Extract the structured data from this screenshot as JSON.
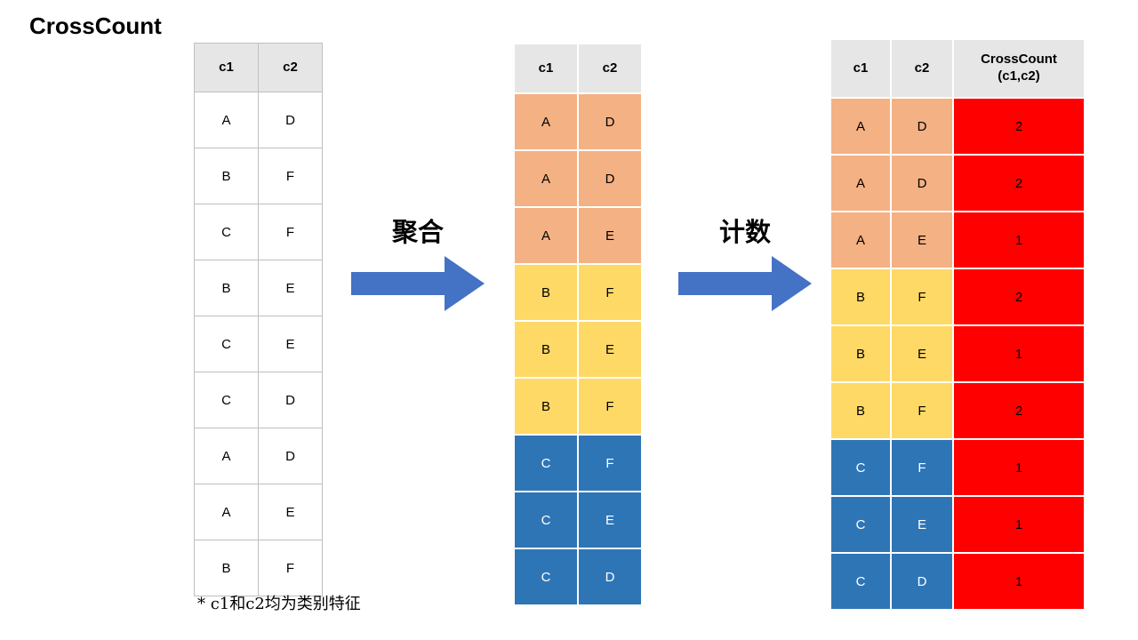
{
  "title": "CrossCount",
  "footnote": "* c1和c2均为类别特征",
  "arrow1": {
    "label": "聚合"
  },
  "arrow2": {
    "label": "计数"
  },
  "colors": {
    "group_orange": "#F4B183",
    "group_yellow": "#FFD966",
    "group_blue": "#2E75B6",
    "count_red": "#FF0000",
    "header_gray": "#E7E6E6",
    "arrow_blue": "#4472C4",
    "table_border": "#BFBFBF"
  },
  "source_table": {
    "headers": [
      "c1",
      "c2"
    ],
    "rows": [
      {
        "cells": [
          "A",
          "D"
        ]
      },
      {
        "cells": [
          "B",
          "F"
        ]
      },
      {
        "cells": [
          "C",
          "F"
        ]
      },
      {
        "cells": [
          "B",
          "E"
        ]
      },
      {
        "cells": [
          "C",
          "E"
        ]
      },
      {
        "cells": [
          "C",
          "D"
        ]
      },
      {
        "cells": [
          "A",
          "D"
        ]
      },
      {
        "cells": [
          "A",
          "E"
        ]
      },
      {
        "cells": [
          "B",
          "F"
        ]
      }
    ]
  },
  "aggregated_table": {
    "headers": [
      "c1",
      "c2"
    ],
    "rows": [
      {
        "cells": [
          "A",
          "D"
        ],
        "group": "orange"
      },
      {
        "cells": [
          "A",
          "D"
        ],
        "group": "orange"
      },
      {
        "cells": [
          "A",
          "E"
        ],
        "group": "orange"
      },
      {
        "cells": [
          "B",
          "F"
        ],
        "group": "yellow"
      },
      {
        "cells": [
          "B",
          "E"
        ],
        "group": "yellow"
      },
      {
        "cells": [
          "B",
          "F"
        ],
        "group": "yellow"
      },
      {
        "cells": [
          "C",
          "F"
        ],
        "group": "blue"
      },
      {
        "cells": [
          "C",
          "E"
        ],
        "group": "blue"
      },
      {
        "cells": [
          "C",
          "D"
        ],
        "group": "blue"
      }
    ]
  },
  "crosscount_table": {
    "headers": [
      "c1",
      "c2",
      "CrossCount\n(c1,c2)"
    ],
    "count_col": 2,
    "rows": [
      {
        "cells": [
          "A",
          "D",
          "2"
        ],
        "group": "orange"
      },
      {
        "cells": [
          "A",
          "D",
          "2"
        ],
        "group": "orange"
      },
      {
        "cells": [
          "A",
          "E",
          "1"
        ],
        "group": "orange"
      },
      {
        "cells": [
          "B",
          "F",
          "2"
        ],
        "group": "yellow"
      },
      {
        "cells": [
          "B",
          "E",
          "1"
        ],
        "group": "yellow"
      },
      {
        "cells": [
          "B",
          "F",
          "2"
        ],
        "group": "yellow"
      },
      {
        "cells": [
          "C",
          "F",
          "1"
        ],
        "group": "blue"
      },
      {
        "cells": [
          "C",
          "E",
          "1"
        ],
        "group": "blue"
      },
      {
        "cells": [
          "C",
          "D",
          "1"
        ],
        "group": "blue"
      }
    ]
  }
}
